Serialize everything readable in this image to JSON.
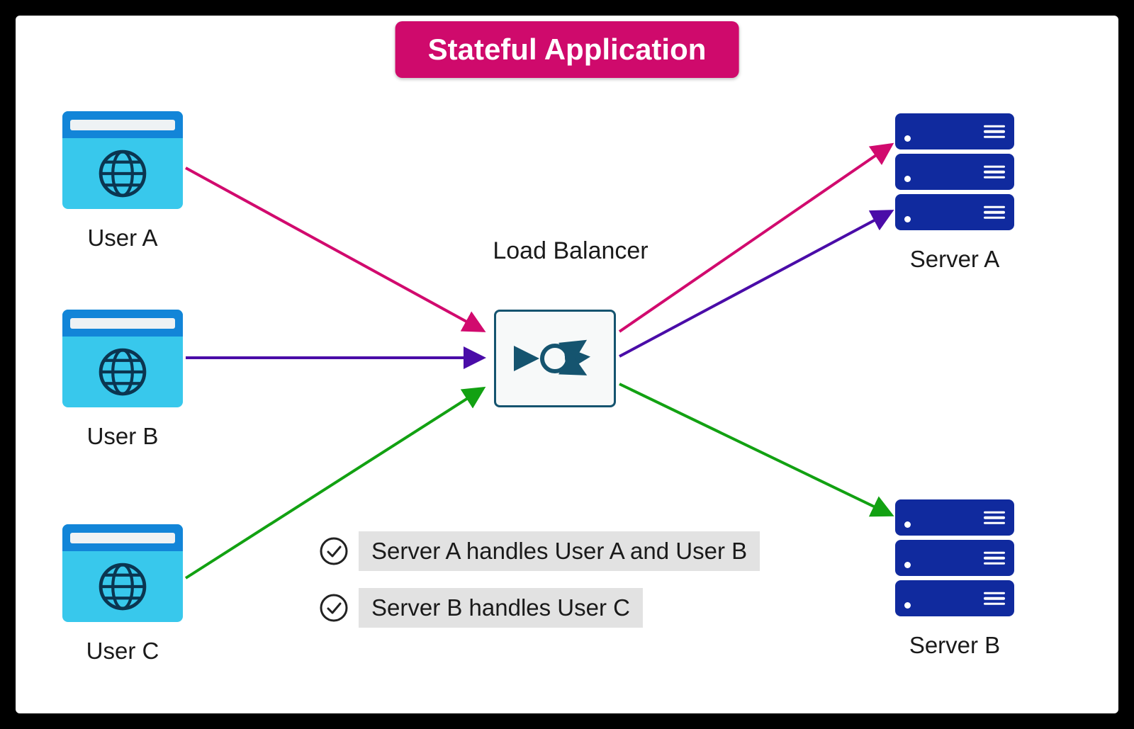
{
  "title": "Stateful Application",
  "users": [
    {
      "label": "User A"
    },
    {
      "label": "User B"
    },
    {
      "label": "User C"
    }
  ],
  "load_balancer": {
    "label": "Load Balancer"
  },
  "servers": [
    {
      "label": "Server A"
    },
    {
      "label": "Server B"
    }
  ],
  "notes": [
    {
      "text": "Server A handles User A and User B"
    },
    {
      "text": "Server B handles User C"
    }
  ],
  "colors": {
    "title_bg": "#cf0a6c",
    "arrow_pink": "#d10a6e",
    "arrow_purple": "#4a0ca8",
    "arrow_green": "#12a112",
    "server_blue": "#102a9e",
    "browser_body": "#38c8ec",
    "browser_bar": "#1285d8",
    "lb_stroke": "#15546f",
    "note_bg": "#e2e2e2"
  }
}
